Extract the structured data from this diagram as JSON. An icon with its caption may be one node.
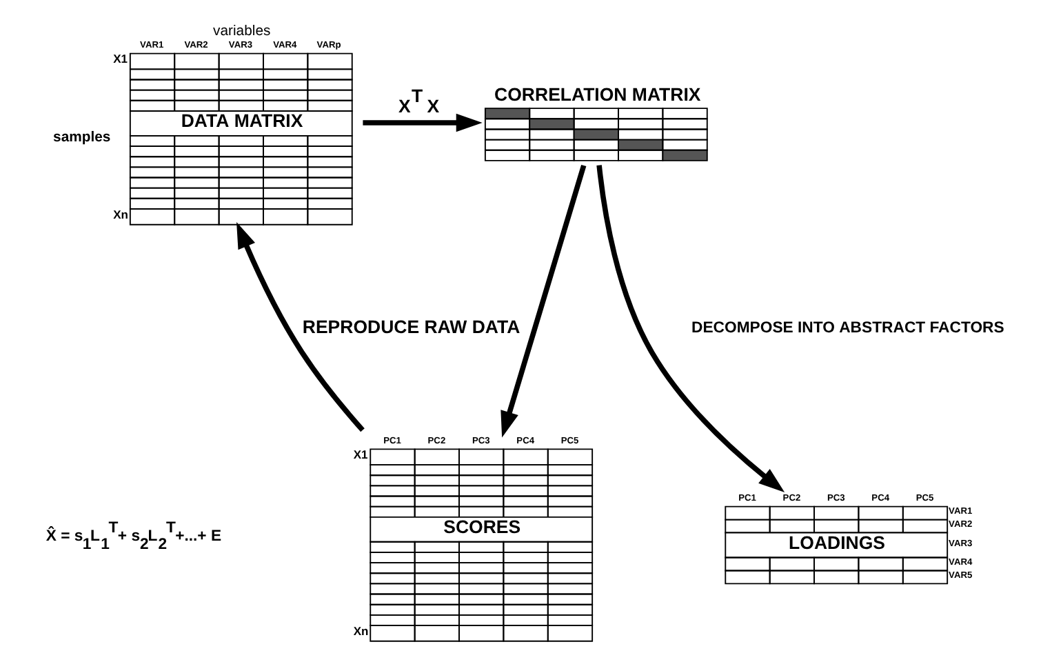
{
  "diagram": {
    "nodes": [
      {
        "text": [
          "DATA MATRIX"
        ],
        "beside": [
          "variables",
          "VAR1",
          "VAR2",
          "VAR3",
          "VAR4",
          "VARp",
          "X1",
          "Xn",
          "samples"
        ]
      },
      {
        "text": [
          "CORRELATION MATRIX"
        ]
      },
      {
        "text": [
          "SCORES"
        ],
        "beside": [
          "PC1",
          "PC2",
          "PC3",
          "PC4",
          "PC5",
          "X1",
          "Xn"
        ]
      },
      {
        "text": [
          "LOADINGS"
        ],
        "beside": [
          "PC1",
          "PC2",
          "PC3",
          "PC4",
          "PC5",
          "VAR1",
          "VAR2",
          "VAR3",
          "VAR4",
          "VAR5"
        ]
      }
    ],
    "edges": [
      {
        "from": 0,
        "to": 1,
        "arrow": "to",
        "label": "X$^{T}$ X"
      },
      {
        "from": 1,
        "to": 2,
        "arrow": "to"
      },
      {
        "from": 1,
        "to": 3,
        "arrow": "to"
      },
      {
        "from": 2,
        "to": 0,
        "arrow": "to",
        "label": "REPRODUCE RAW DATA"
      }
    ],
    "labels": [
      "DECOMPOSE INTO ABSTRACT FACTORS",
      "X̂ = s$_{1}$L$_{1}$$^{T}$+ s$_{2}$L$_{2}$$^{T}$+...+ E"
    ]
  }
}
